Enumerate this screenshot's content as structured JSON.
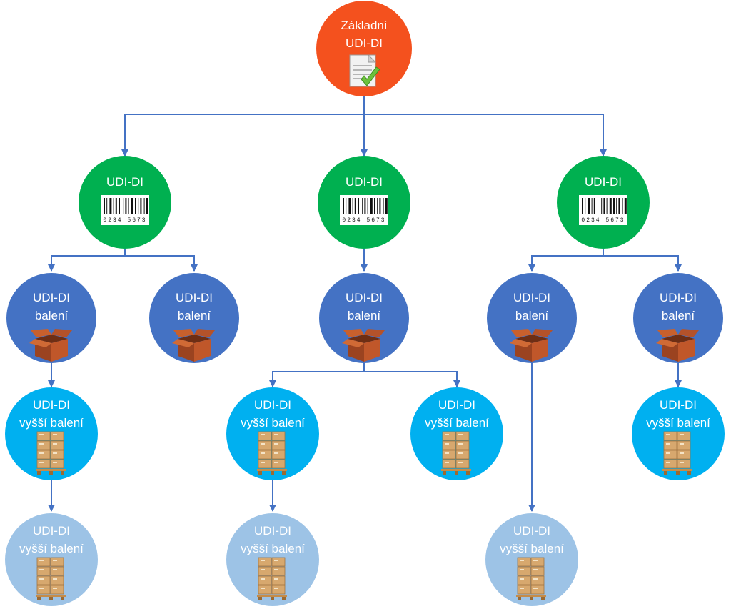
{
  "colors": {
    "root": "#F4511E",
    "udi_di": "#00B050",
    "baleni": "#4472C4",
    "vyssi": "#00B0F0",
    "vyssi_light": "#9DC3E6",
    "connector": "#4472C4"
  },
  "nodes": {
    "root": {
      "line1": "Základní",
      "line2": "UDI-DI",
      "icon": "document-check-icon"
    },
    "di1": {
      "line1": "UDI-DI",
      "icon": "barcode-icon",
      "barcode_digits": "0234 5673"
    },
    "di2": {
      "line1": "UDI-DI",
      "icon": "barcode-icon",
      "barcode_digits": "0234 5673"
    },
    "di3": {
      "line1": "UDI-DI",
      "icon": "barcode-icon",
      "barcode_digits": "0234 5673"
    },
    "b1": {
      "line1": "UDI-DI",
      "line2": "balení",
      "icon": "box-icon"
    },
    "b2": {
      "line1": "UDI-DI",
      "line2": "balení",
      "icon": "box-icon"
    },
    "b3": {
      "line1": "UDI-DI",
      "line2": "balení",
      "icon": "box-icon"
    },
    "b4": {
      "line1": "UDI-DI",
      "line2": "balení",
      "icon": "box-icon"
    },
    "b5": {
      "line1": "UDI-DI",
      "line2": "balení",
      "icon": "box-icon"
    },
    "h1": {
      "line1": "UDI-DI",
      "line2": "vyšší balení",
      "icon": "pallet-icon"
    },
    "h2": {
      "line1": "UDI-DI",
      "line2": "vyšší balení",
      "icon": "pallet-icon"
    },
    "h3": {
      "line1": "UDI-DI",
      "line2": "vyšší balení",
      "icon": "pallet-icon"
    },
    "h4": {
      "line1": "UDI-DI",
      "line2": "vyšší balení",
      "icon": "pallet-icon"
    },
    "l1": {
      "line1": "UDI-DI",
      "line2": "vyšší balení",
      "icon": "pallet-icon"
    },
    "l2": {
      "line1": "UDI-DI",
      "line2": "vyšší balení",
      "icon": "pallet-icon"
    },
    "l3": {
      "line1": "UDI-DI",
      "line2": "vyšší balení",
      "icon": "pallet-icon"
    }
  }
}
